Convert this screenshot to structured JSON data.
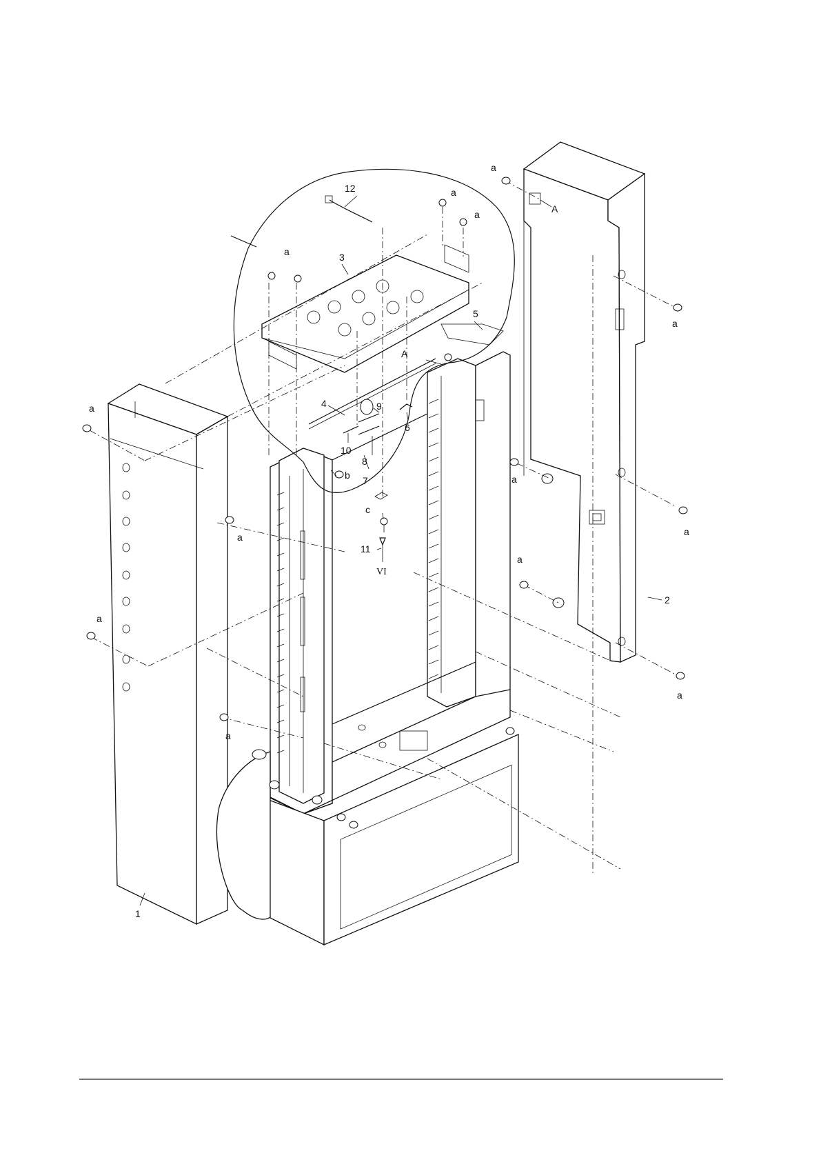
{
  "callouts": {
    "c1": "1",
    "c2": "2",
    "c3": "3",
    "c4": "4",
    "c5": "5",
    "c6": "6",
    "c7": "7",
    "c8": "8",
    "c9": "9",
    "c10": "10",
    "c11": "11",
    "c12": "12",
    "screw": "a",
    "b": "b",
    "c": "c",
    "A": "A",
    "VI": "VI"
  }
}
